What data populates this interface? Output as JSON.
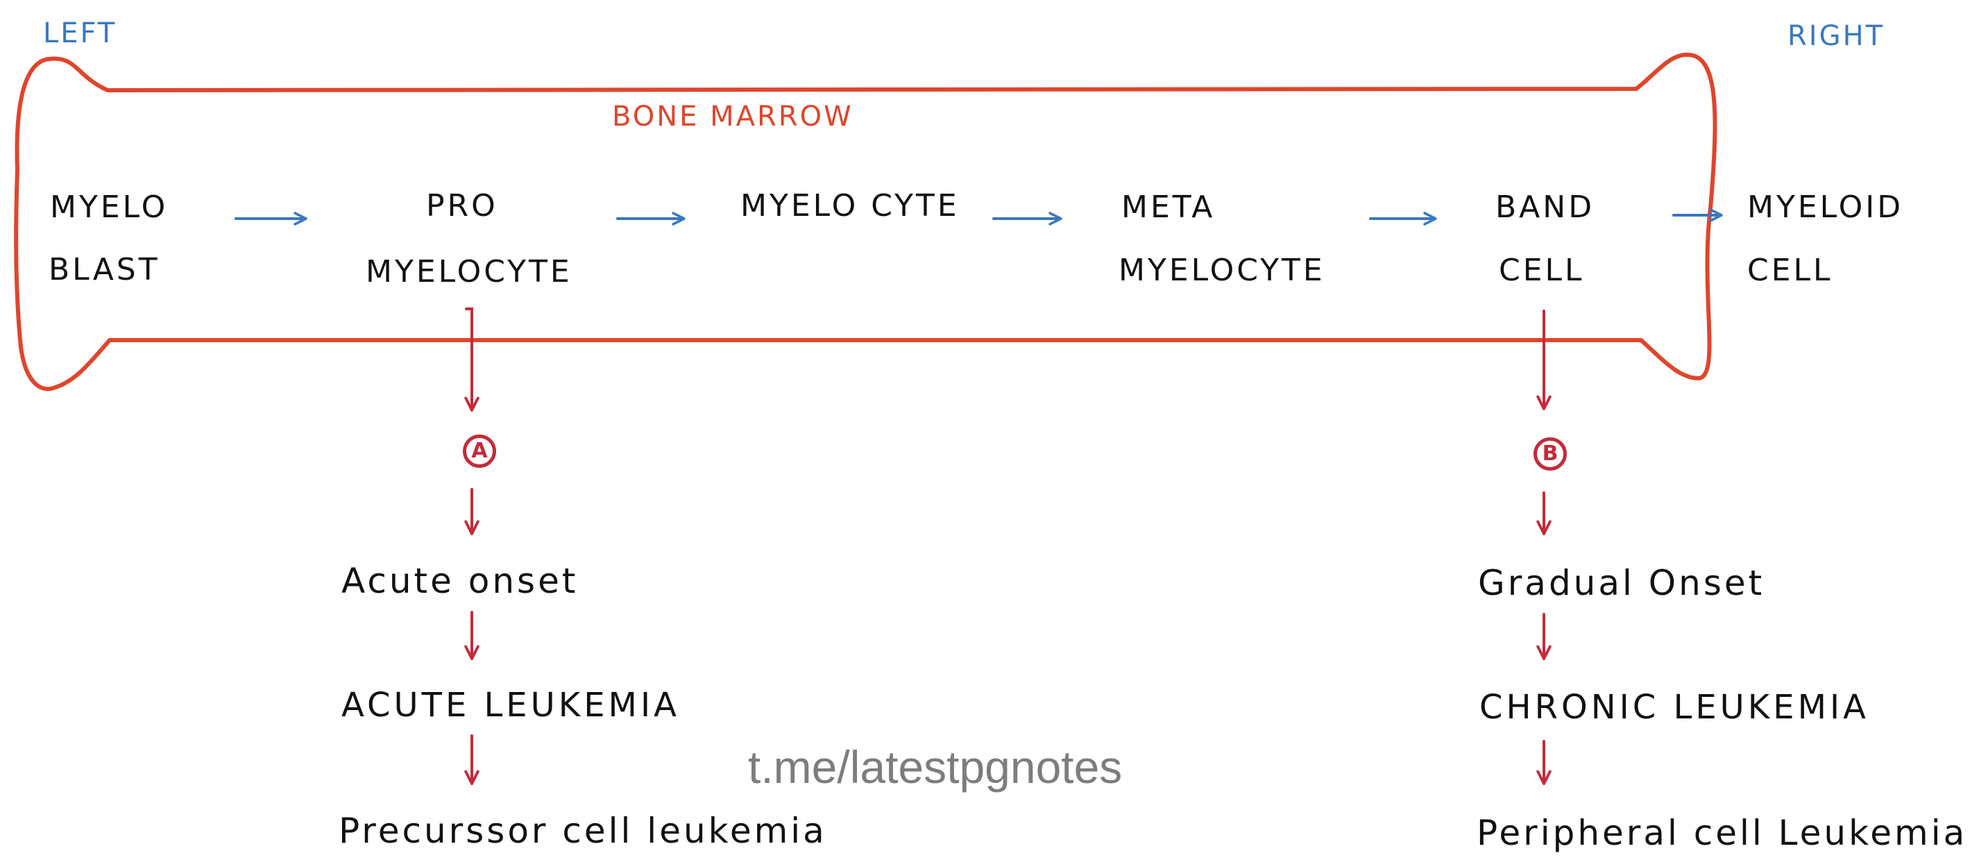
{
  "labels": {
    "left": "LEFT",
    "right": "RIGHT",
    "bone_marrow": "BONE MARROW"
  },
  "stages": [
    {
      "line1": "MYELO",
      "line2": "BLAST"
    },
    {
      "line1": "PRO",
      "line2": "MYELOCYTE"
    },
    {
      "line1": "MYELO CYTE",
      "line2": ""
    },
    {
      "line1": "META",
      "line2": "MYELOCYTE"
    },
    {
      "line1": "BAND",
      "line2": "CELL"
    },
    {
      "line1": "MYELOID",
      "line2": "CELL"
    }
  ],
  "branch_a": {
    "marker": "A",
    "onset": "Acute onset",
    "disease": "ACUTE LEUKEMIA",
    "cell_type": "Precurssor cell leukemia"
  },
  "branch_b": {
    "marker": "B",
    "onset": "Gradual Onset",
    "disease": "CHRONIC LEUKEMIA",
    "cell_type": "Peripheral cell Leukemia"
  },
  "watermark": "t.me/latestpgnotes",
  "colors": {
    "bone_outline": "#e0452b",
    "flow_arrow": "#3a78c0",
    "branch_arrow": "#c42a3a",
    "text": "#111111",
    "watermark": "#7d7d7d"
  }
}
